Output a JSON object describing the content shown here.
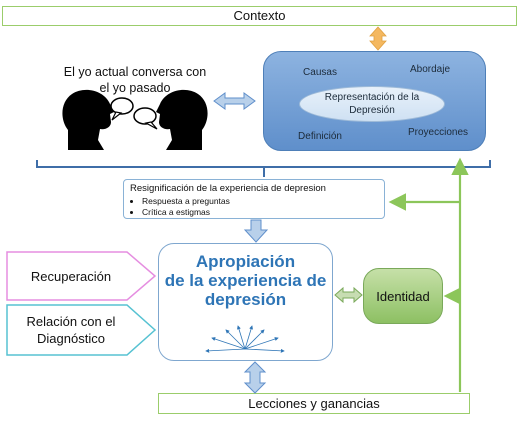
{
  "context_label": "Contexto",
  "dialogue_label_line1": "El yo actual conversa con",
  "dialogue_label_line2": "el yo pasado",
  "representation": {
    "top_left": "Causas",
    "top_right": "Abordaje",
    "bottom_left": "Definición",
    "bottom_right": "Proyecciones",
    "center_line1": "Representación de la",
    "center_line2": "Depresión"
  },
  "resignification": {
    "title": "Resignificación de la experiencia de depresion",
    "bullets": [
      "Respuesta a preguntas",
      "Crítica a estigmas"
    ]
  },
  "appropriation": {
    "line1": "Apropiación",
    "line2": "de la experiencia de",
    "line3": "depresión"
  },
  "identity_label": "Identidad",
  "recovery_label": "Recuperación",
  "diagnosis_label_line1": "Relación con el",
  "diagnosis_label_line2": "Diagnóstico",
  "lessons_label": "Lecciones y ganancias",
  "colors": {
    "green": "#9bcd6b",
    "blue_block": "#7aa4d6",
    "pink": "#e58ee0",
    "teal": "#56c2d2",
    "arrow_blue": "#b8d0ea",
    "arrow_orange": "#f4b860",
    "title_blue": "#2e75b6"
  }
}
